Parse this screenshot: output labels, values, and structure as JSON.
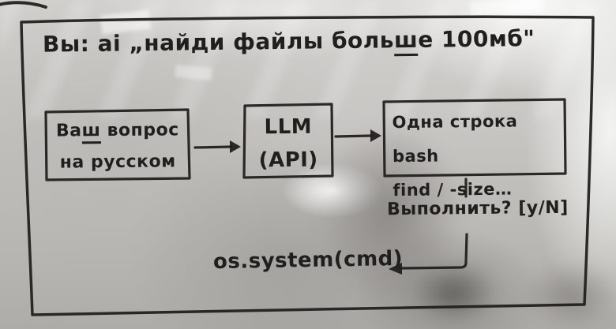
{
  "board": {
    "title": {
      "pre": "Вы: ai „найди файлы боль",
      "underlined": "ш",
      "post": "е 100мб\""
    },
    "boxes": {
      "question": {
        "line1_pre": "Ва",
        "line1_underlined": "ш",
        "line1_post": " вопрос",
        "line2": "на русском"
      },
      "llm": {
        "line1": "LLM",
        "line2": "(API)"
      },
      "bash": {
        "line1": "Одна строка bash",
        "line2": "find / -size…"
      }
    },
    "confirm_prompt": "Выполнить? [y/N]",
    "execute_call": "os.system(cmd)",
    "colors": {
      "marker": "#211f1d",
      "board_gray": "#c3c1be"
    }
  }
}
